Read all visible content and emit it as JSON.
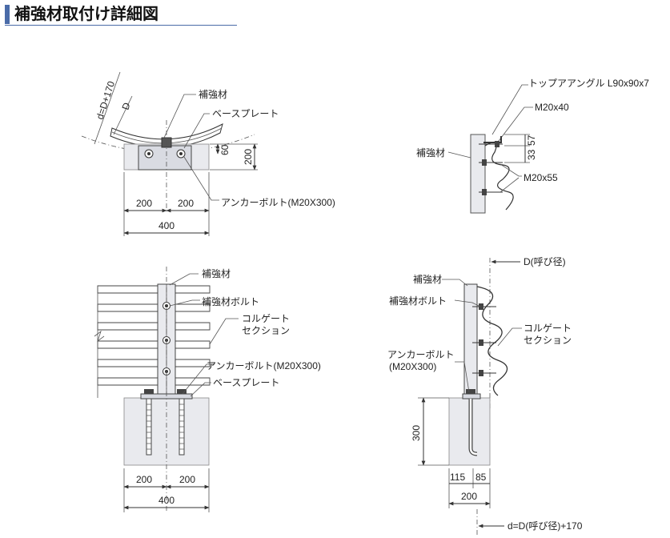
{
  "header": {
    "title": "補強材取付け詳細図"
  },
  "top_left": {
    "curve_dims": [
      "d=D+170",
      "D"
    ],
    "labels": [
      "補強材",
      "ベースプレート",
      "アンカーボルト(M20X300)"
    ],
    "dim_h": [
      "200",
      "200",
      "400"
    ],
    "dim_v": [
      "60",
      "200"
    ]
  },
  "top_right": {
    "labels": [
      "トップアアングル L90x90x7",
      "M20x40",
      "補強材",
      "M20x55"
    ],
    "dim_v": [
      "57",
      "33"
    ]
  },
  "bottom_left": {
    "labels": [
      "補強材",
      "補強材ボルト",
      "コルゲート",
      "セクション",
      "アンカーボルト(M20X300)",
      "ベースプレート"
    ],
    "dim_h": [
      "200",
      "200",
      "400"
    ]
  },
  "bottom_right": {
    "labels": [
      "D(呼び径)",
      "補強材",
      "補強材ボルト",
      "コルゲート",
      "セクション",
      "アンカーボルト",
      "(M20X300)"
    ],
    "dim_v": [
      "300"
    ],
    "dim_h": [
      "115",
      "85",
      "200"
    ],
    "bottom_dim": "d=D(呼び径)+170"
  }
}
